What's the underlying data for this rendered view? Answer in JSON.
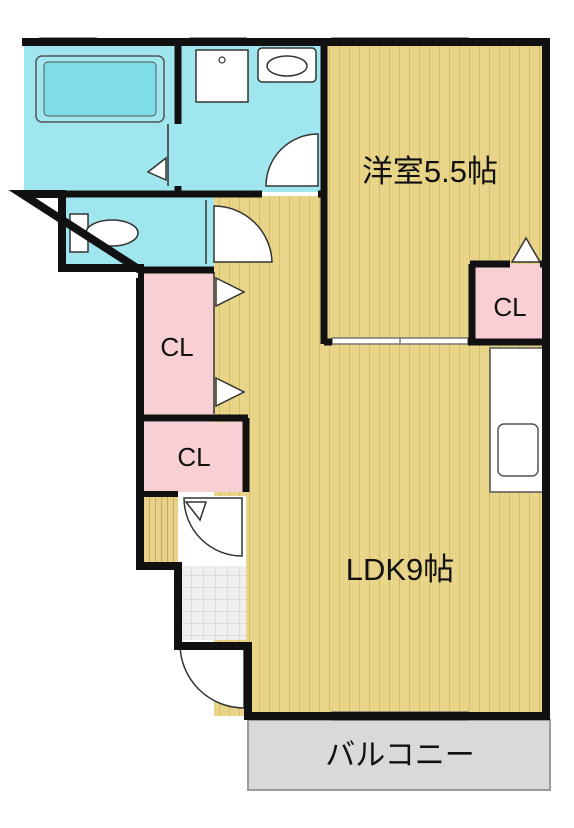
{
  "rooms": {
    "western_room": "洋室5.5帖",
    "ldk": "LDK9帖",
    "closet_bedroom": "CL",
    "closet_left": "CL",
    "closet_entry": "CL",
    "balcony": "バルコニー"
  },
  "colors": {
    "floor_wood": "#e8d58a",
    "floor_stripe": "#d9c26e",
    "wet_area": "#9fe6ee",
    "closet": "#f8cfd2",
    "balcony": "#d9d9d9",
    "wall": "#111111",
    "entry_tile": "#eeeeee",
    "shoe_box": "#e6cf7c"
  }
}
